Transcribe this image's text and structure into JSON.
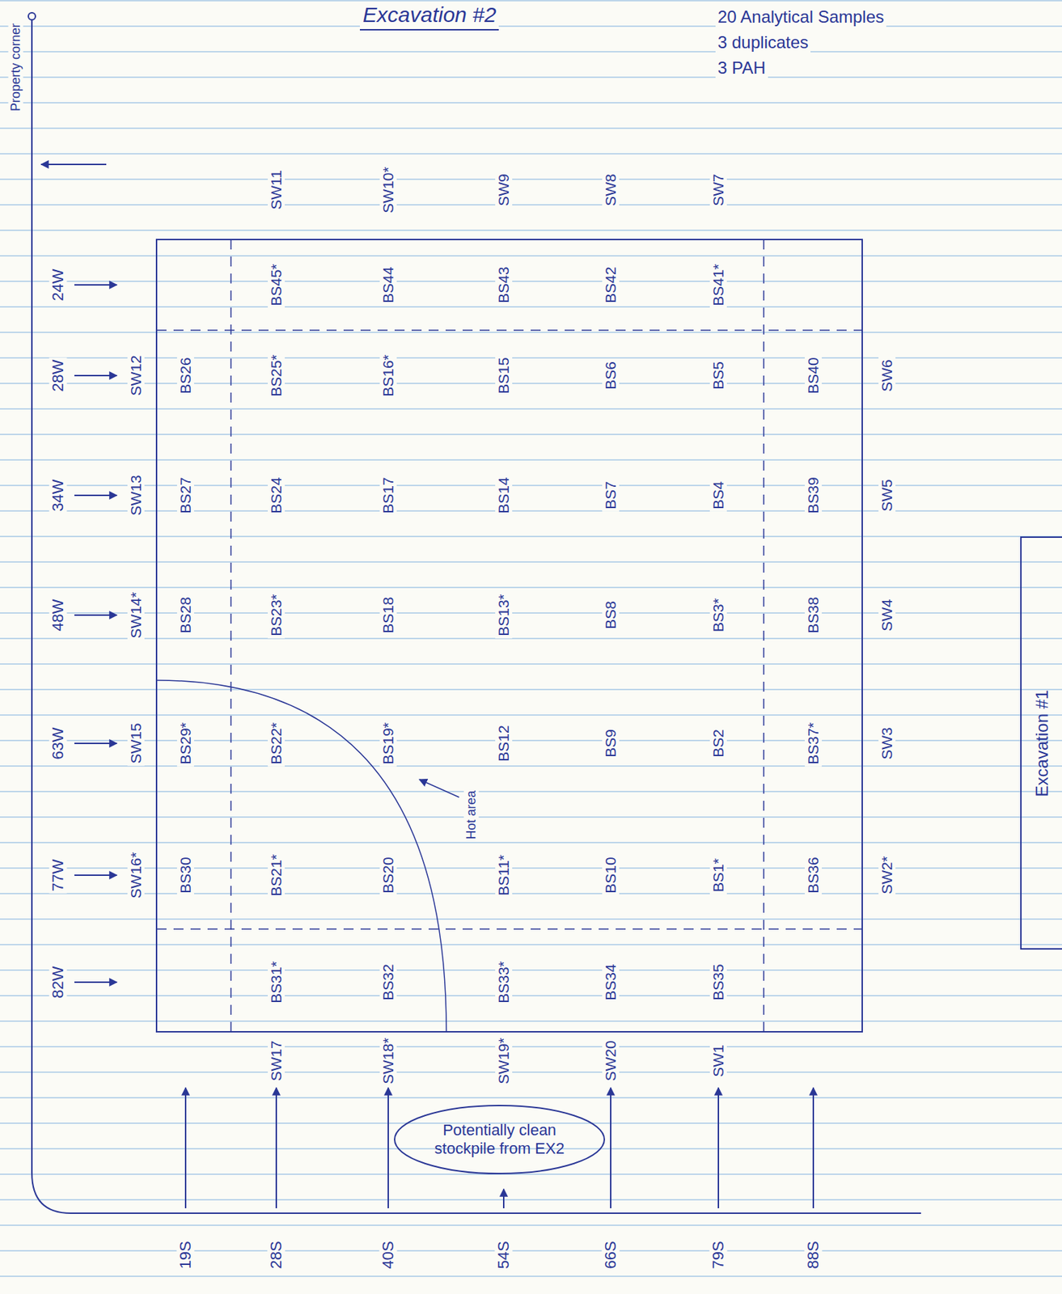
{
  "diagram": {
    "title": "Excavation #2",
    "nodes": [
      {
        "text": [
          "Potentially clean stockpile from EX2"
        ]
      },
      {
        "text": [
          "Excavation #1"
        ]
      }
    ],
    "labels": [
      "20 Analytical Samples",
      "3 duplicates",
      "3 PAH",
      "Property corner",
      "24W",
      "28W",
      "34W",
      "48W",
      "63W",
      "77W",
      "82W",
      "19S",
      "28S",
      "40S",
      "54S",
      "66S",
      "79S",
      "88S",
      "SW11",
      "SW10*",
      "SW9",
      "SW8",
      "SW7",
      "BS45*",
      "BS44",
      "BS43",
      "BS42",
      "BS41*",
      "SW12",
      "BS26",
      "BS25*",
      "BS16*",
      "BS15",
      "BS6",
      "BS5",
      "BS40",
      "SW6",
      "SW13",
      "BS27",
      "BS24",
      "BS17",
      "BS14",
      "BS7",
      "BS4",
      "BS39",
      "SW5",
      "SW14*",
      "BS28",
      "BS23*",
      "BS18",
      "BS13*",
      "BS8",
      "BS3*",
      "BS38",
      "SW4",
      "SW15",
      "BS29*",
      "BS22*",
      "BS19*",
      "BS12",
      "BS9",
      "BS2",
      "BS37*",
      "SW3",
      "SW16*",
      "BS30",
      "BS21*",
      "BS20",
      "BS11*",
      "BS10",
      "BS1*",
      "BS36",
      "SW2*",
      "BS31*",
      "BS32",
      "BS33*",
      "BS34",
      "BS35",
      "SW17",
      "SW18*",
      "SW19*",
      "SW20",
      "SW1",
      "Hot area"
    ]
  }
}
